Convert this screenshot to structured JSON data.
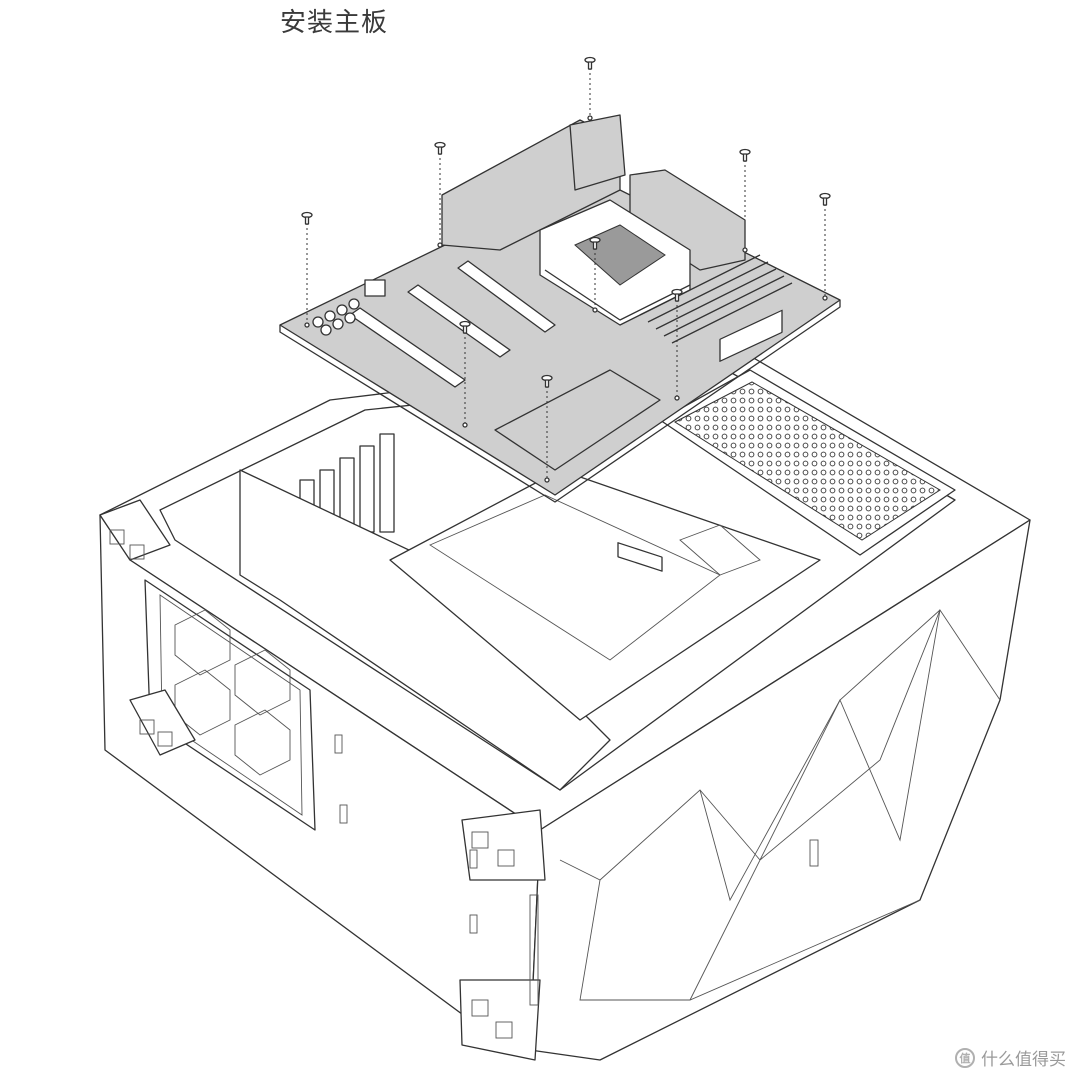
{
  "caption": "安装主板",
  "watermark": {
    "logo_glyph": "值",
    "text": "什么值得买"
  },
  "figure": {
    "subject": "motherboard-installation",
    "screw_count": 9,
    "colors": {
      "board": "#cfcfcf",
      "line": "#333333",
      "background": "#ffffff"
    }
  }
}
